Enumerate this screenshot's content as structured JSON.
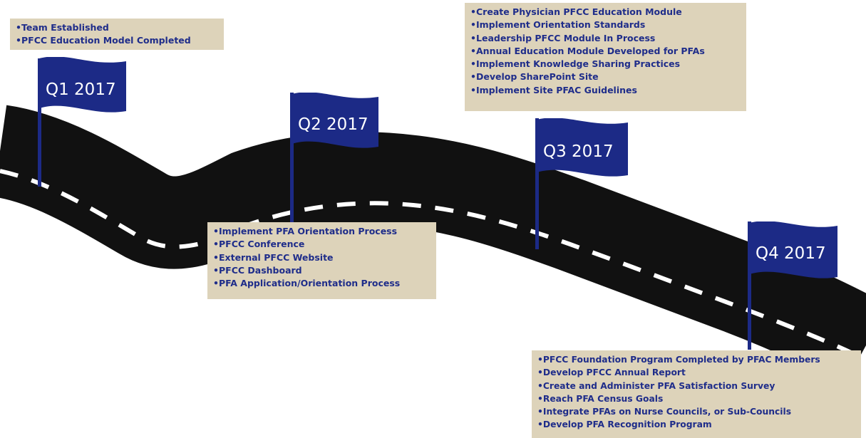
{
  "milestones": [
    {
      "label": "Q1 2017",
      "items": [
        "Team Established",
        "PFCC Education Model Completed"
      ]
    },
    {
      "label": "Q2 2017",
      "items": [
        "Implement PFA Orientation Process",
        "PFCC Conference",
        "External PFCC Website",
        "PFCC Dashboard",
        "PFA Application/Orientation Process"
      ]
    },
    {
      "label": "Q3 2017",
      "items": [
        "Create Physician PFCC Education Module",
        "Implement Orientation Standards",
        "Leadership PFCC Module In Process",
        "Annual Education Module Developed for PFAs",
        "Implement Knowledge Sharing Practices",
        "Develop SharePoint Site",
        "Implement Site PFAC Guidelines"
      ]
    },
    {
      "label": "Q4 2017",
      "items": [
        "PFCC Foundation Program Completed by PFAC Members",
        "Develop PFCC Annual Report",
        "Create and Administer PFA Satisfaction Survey",
        "Reach PFA Census Goals",
        "Integrate PFAs on Nurse Councils, or Sub-Councils",
        "Develop PFA Recognition Program"
      ]
    }
  ],
  "colors": {
    "road": "#111111",
    "dash": "#ffffff",
    "flag": "#1c2a86",
    "note_bg": "#ddd3ba",
    "note_text": "#1f2d8a"
  }
}
